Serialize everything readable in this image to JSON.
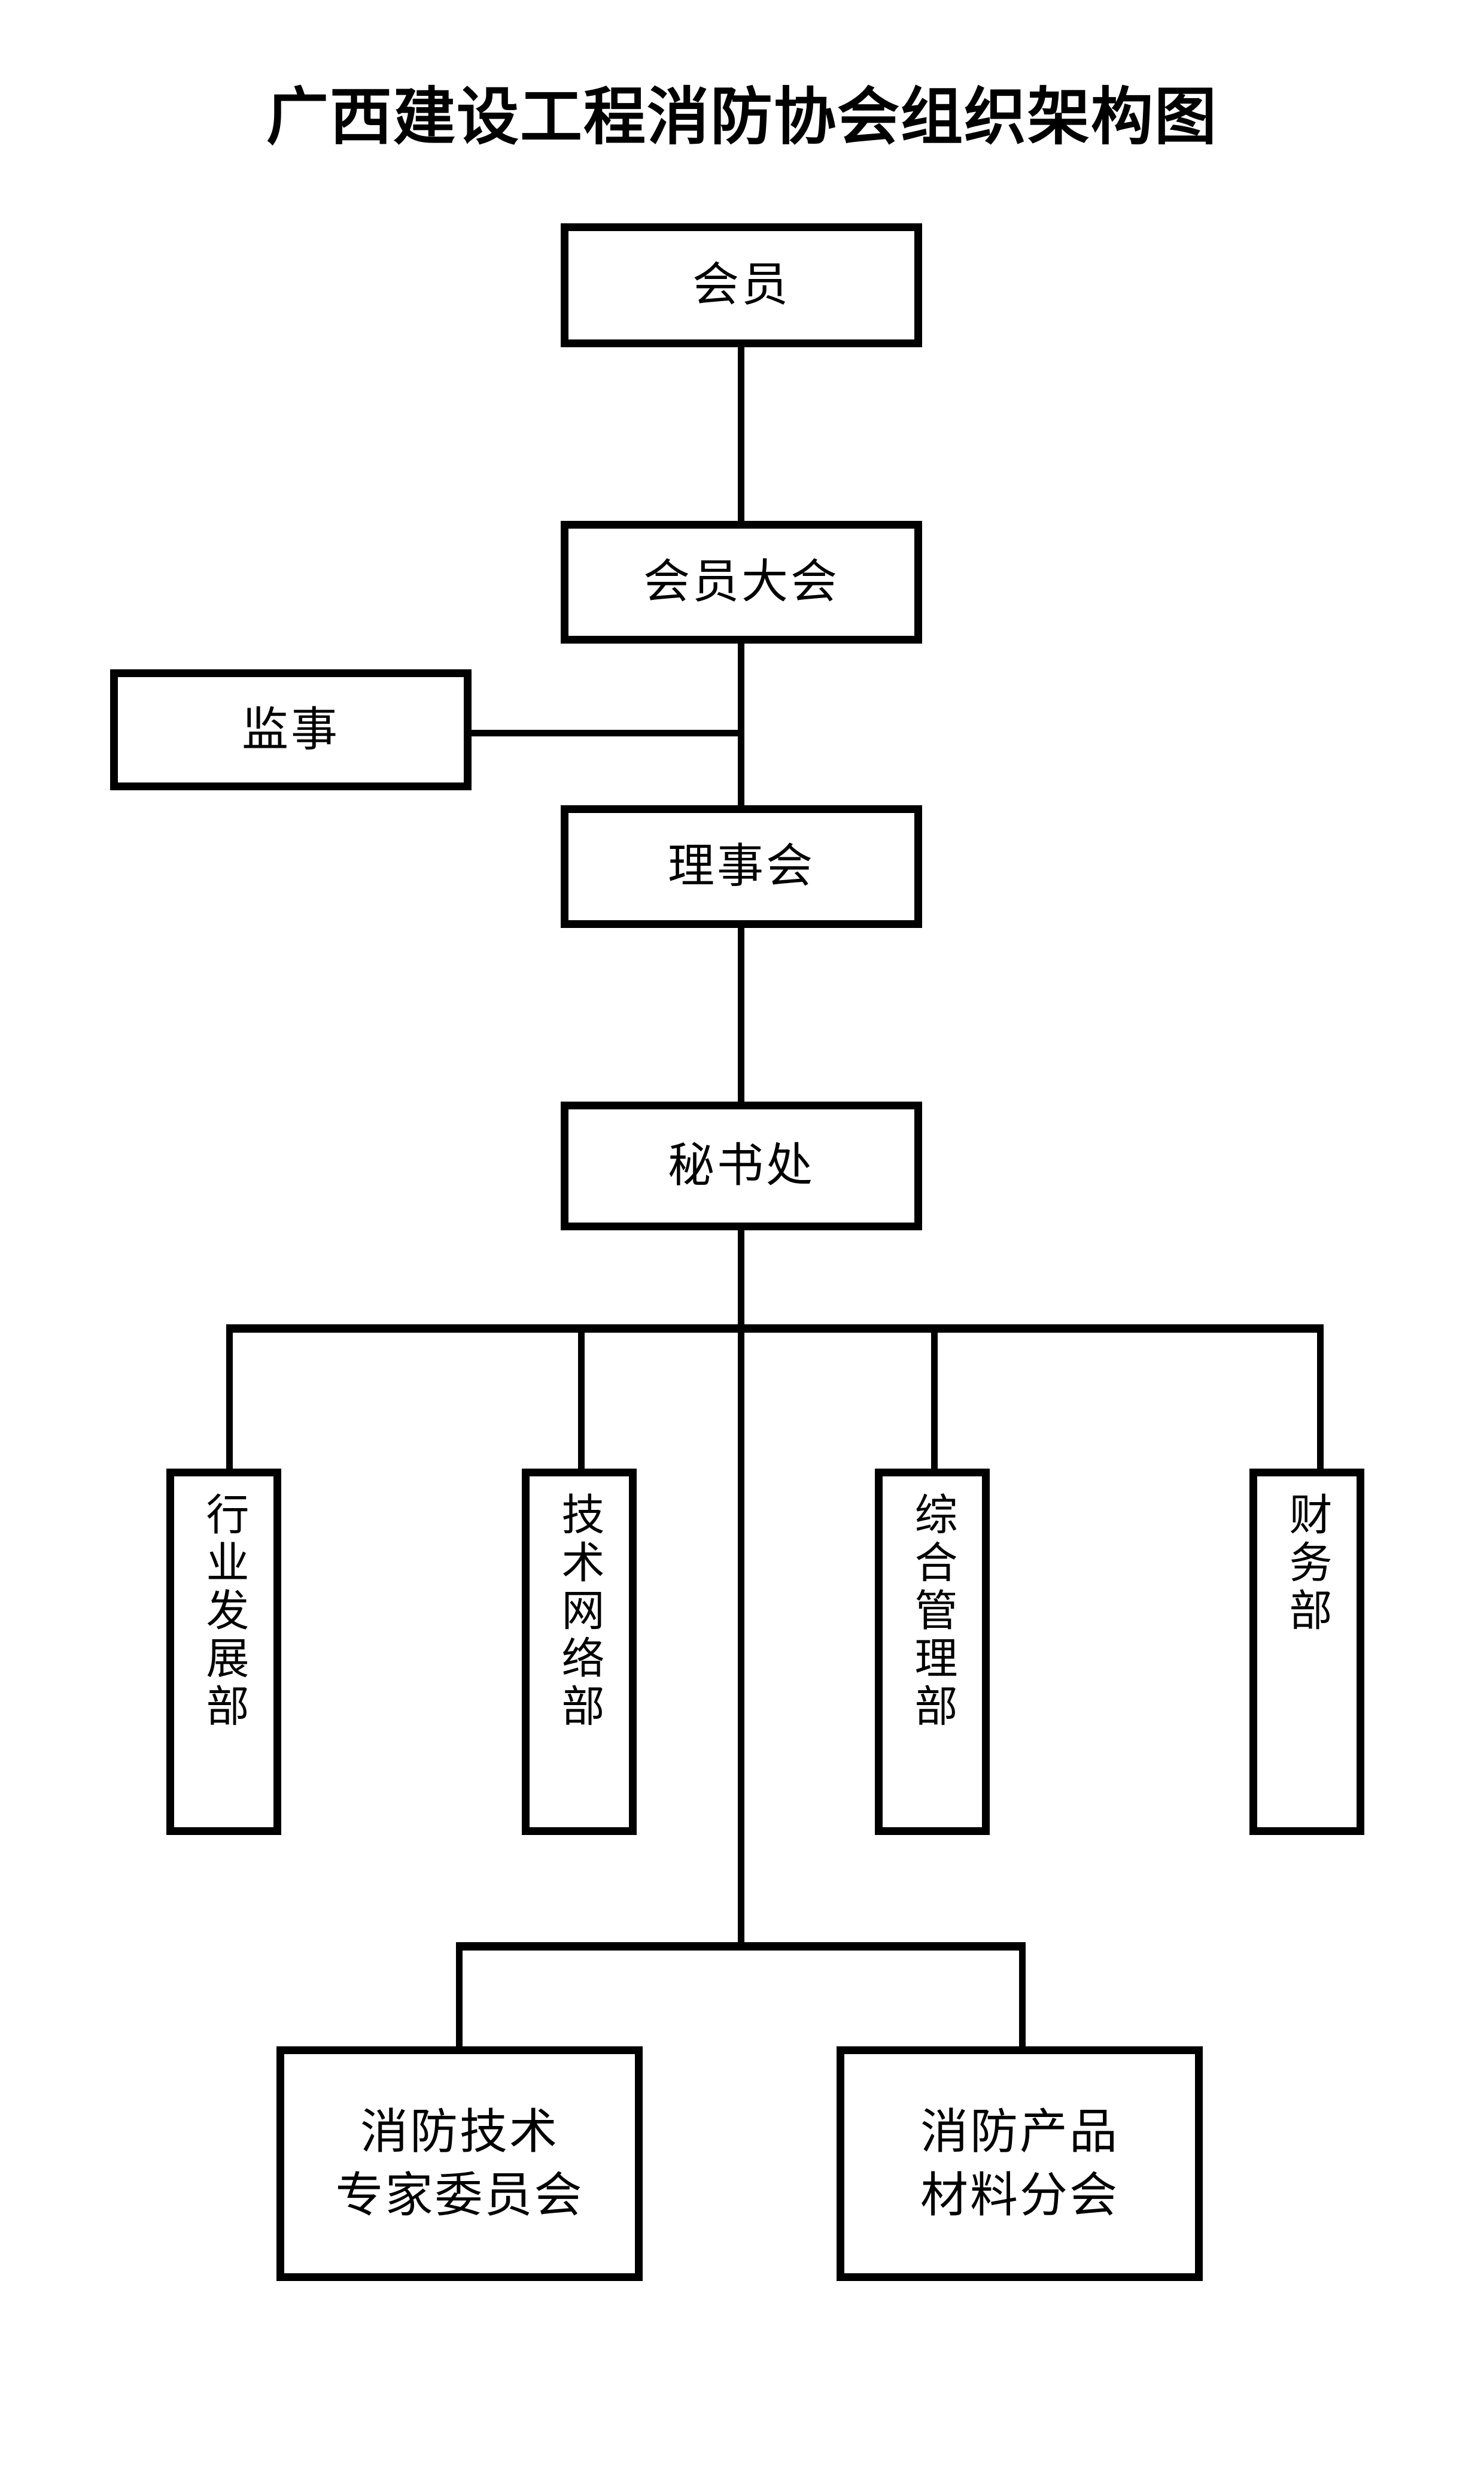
{
  "page": {
    "title": "广西建设工程消防协会组织架构图",
    "background_color": "#ffffff",
    "line_color": "#000000",
    "text_color": "#000000"
  },
  "chart_data": {
    "type": "diagram",
    "diagram_type": "organization-chart",
    "title": "广西建设工程消防协会组织架构图",
    "orientation": "top-down",
    "nodes": [
      {
        "id": "members",
        "label": "会员",
        "level": 0,
        "text_flow": "horizontal"
      },
      {
        "id": "general-assembly",
        "label": "会员大会",
        "level": 1,
        "text_flow": "horizontal"
      },
      {
        "id": "supervisor",
        "label": "监事",
        "level": 2,
        "text_flow": "horizontal",
        "side": "left"
      },
      {
        "id": "council",
        "label": "理事会",
        "level": 2,
        "text_flow": "horizontal"
      },
      {
        "id": "secretariat",
        "label": "秘书处",
        "level": 3,
        "text_flow": "horizontal"
      },
      {
        "id": "dept-industry",
        "label": "行业发展部",
        "level": 4,
        "text_flow": "vertical"
      },
      {
        "id": "dept-technical",
        "label": "技术网络部",
        "level": 4,
        "text_flow": "vertical"
      },
      {
        "id": "dept-general",
        "label": "综合管理部",
        "level": 4,
        "text_flow": "vertical"
      },
      {
        "id": "dept-finance",
        "label": "财务部",
        "level": 4,
        "text_flow": "vertical"
      },
      {
        "id": "expert-committee",
        "label": "消防技术\n专家委员会",
        "level": 5,
        "text_flow": "horizontal"
      },
      {
        "id": "materials-branch",
        "label": "消防产品\n材料分会",
        "level": 5,
        "text_flow": "horizontal"
      }
    ],
    "edges": [
      {
        "from": "members",
        "to": "general-assembly"
      },
      {
        "from": "general-assembly",
        "to": "council"
      },
      {
        "from": "council",
        "to": "supervisor",
        "style": "lateral"
      },
      {
        "from": "council",
        "to": "secretariat"
      },
      {
        "from": "secretariat",
        "to": "dept-industry"
      },
      {
        "from": "secretariat",
        "to": "dept-technical"
      },
      {
        "from": "secretariat",
        "to": "dept-general"
      },
      {
        "from": "secretariat",
        "to": "dept-finance"
      },
      {
        "from": "secretariat",
        "to": "expert-committee"
      },
      {
        "from": "secretariat",
        "to": "materials-branch"
      }
    ]
  },
  "nodes": {
    "members": {
      "label": "会员"
    },
    "general_assembly": {
      "label": "会员大会"
    },
    "supervisor": {
      "label": "监事"
    },
    "council": {
      "label": "理事会"
    },
    "secretariat": {
      "label": "秘书处"
    },
    "dept_industry": {
      "label": "行业发展部"
    },
    "dept_technical": {
      "label": "技术网络部"
    },
    "dept_general": {
      "label": "综合管理部"
    },
    "dept_finance": {
      "label": "财务部"
    },
    "expert_committee": {
      "label": "消防技术\n专家委员会"
    },
    "materials_branch": {
      "label": "消防产品\n材料分会"
    }
  }
}
